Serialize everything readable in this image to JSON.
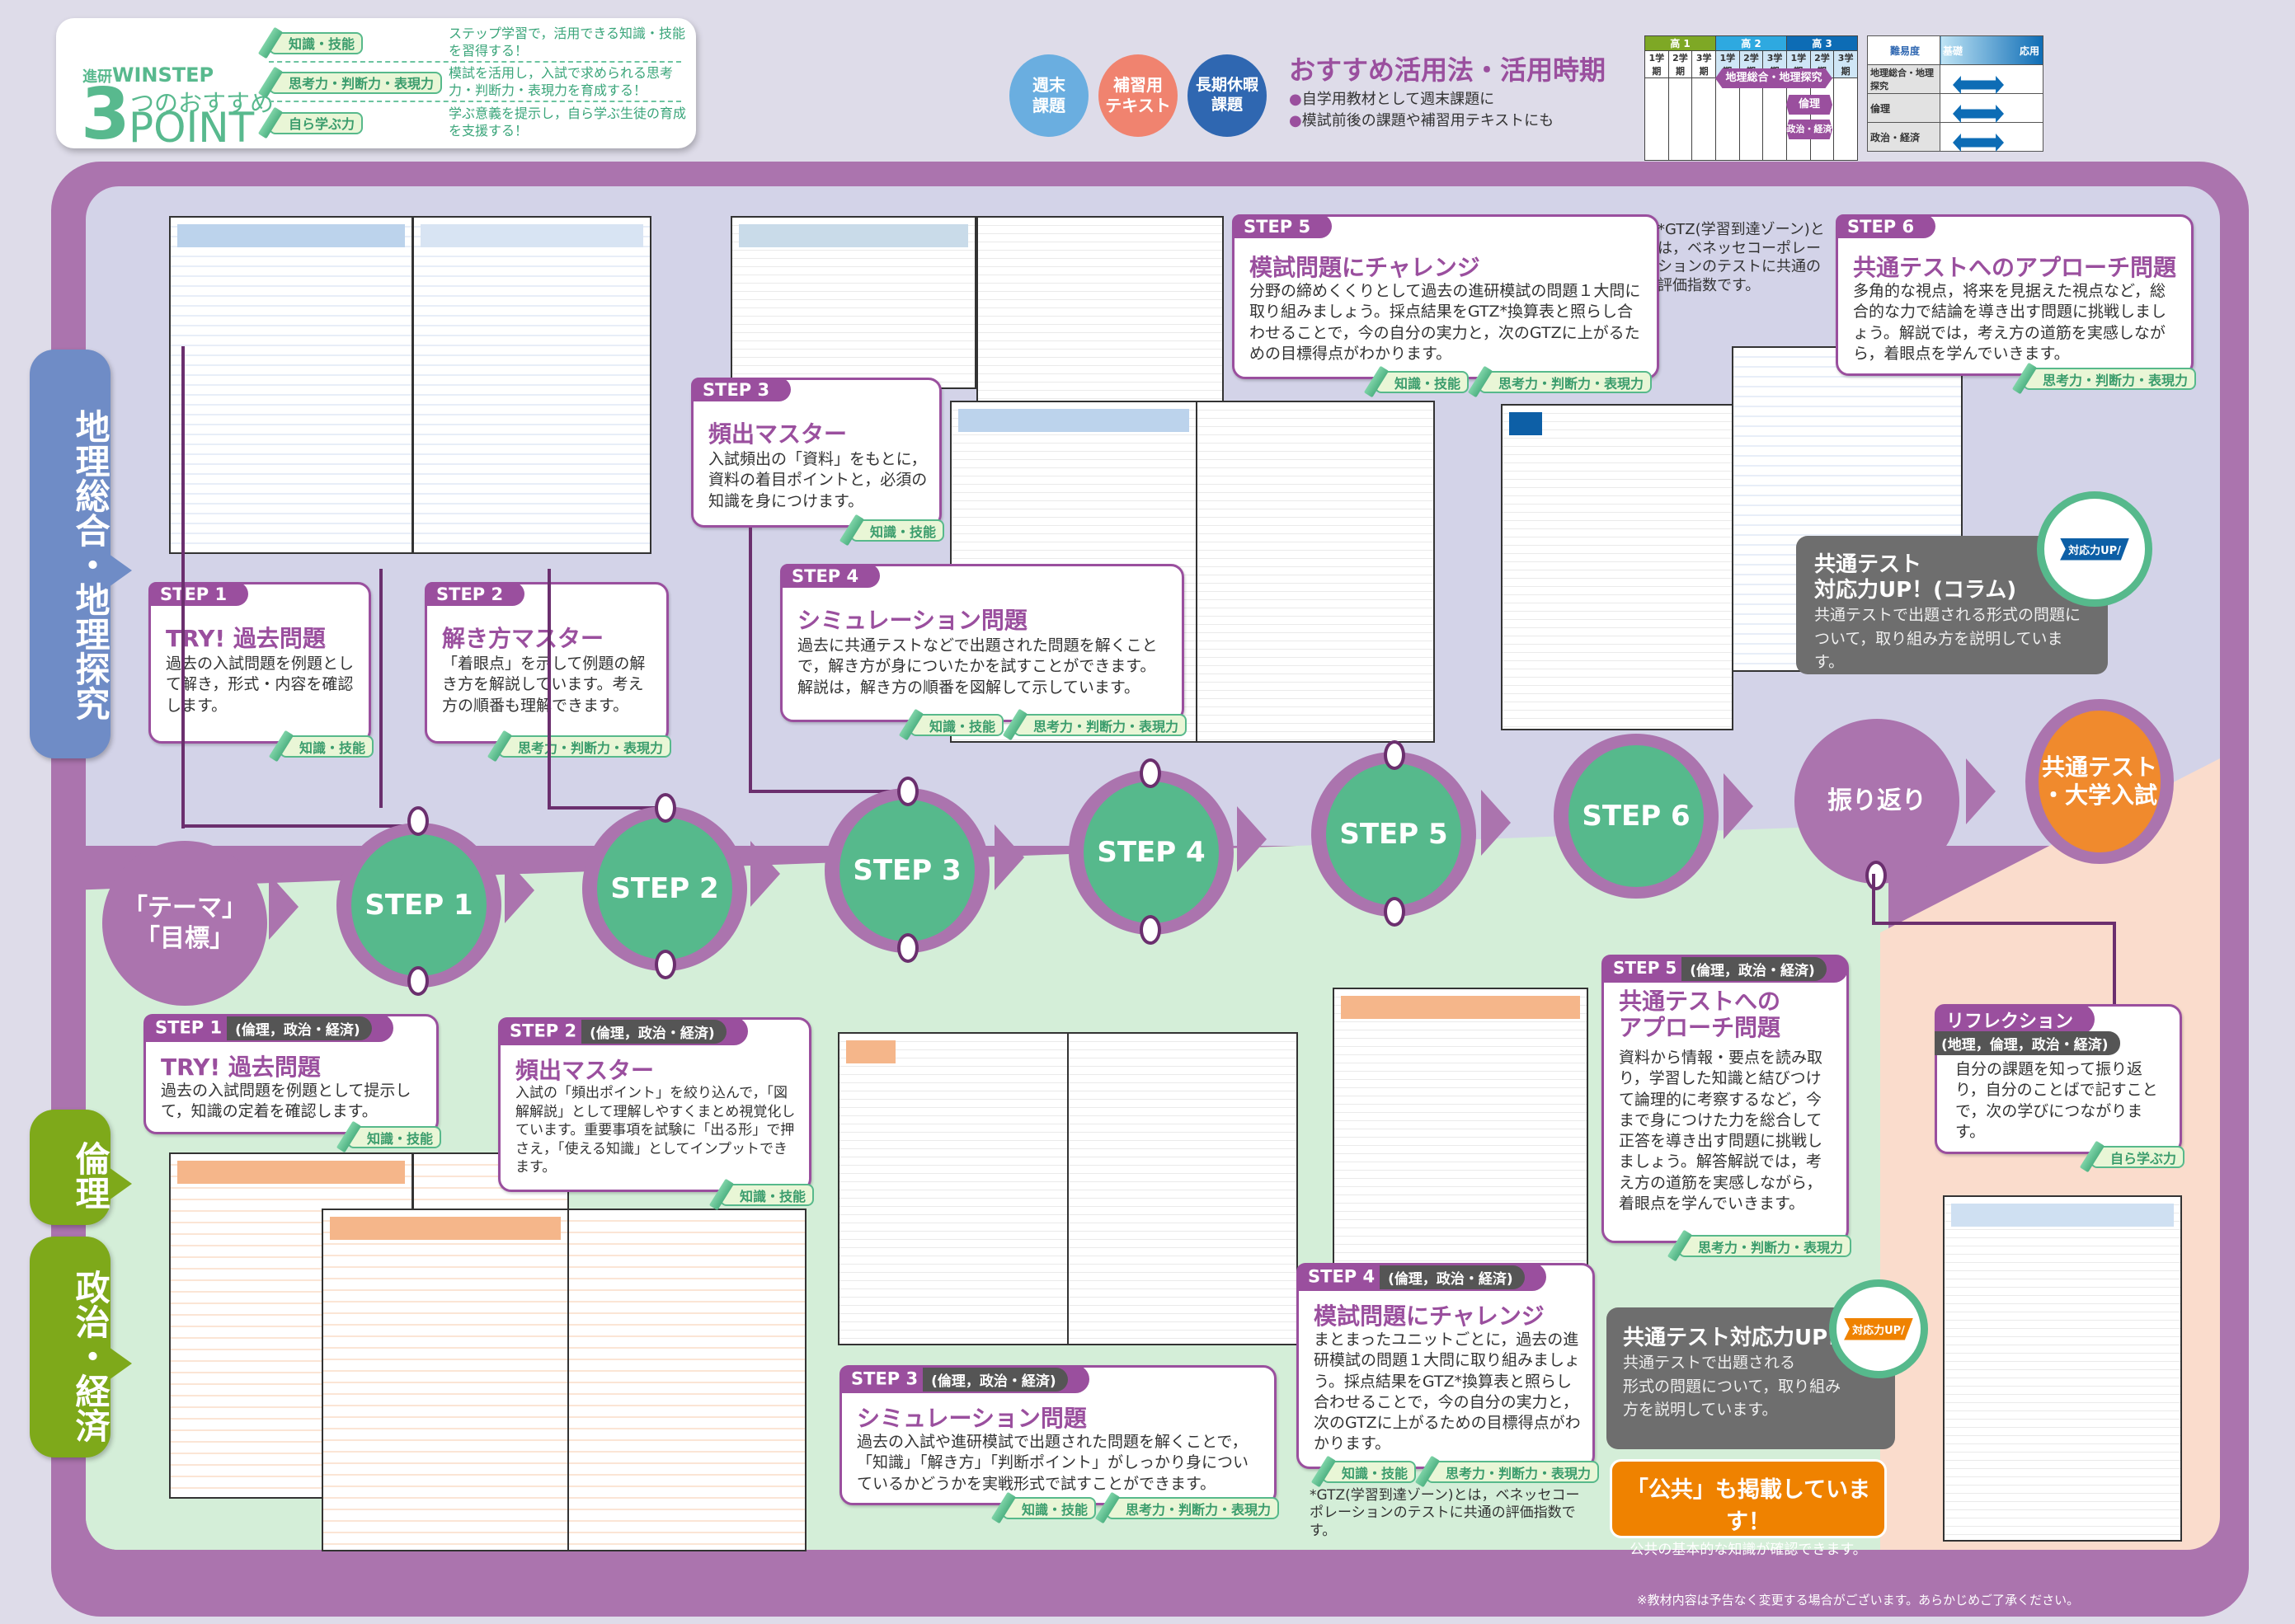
{
  "header": {
    "brand": {
      "prefix": "進研",
      "name": "WINSTEP",
      "number": "3",
      "tsu": "つのおすすめ",
      "point": "POINT"
    },
    "points": [
      {
        "tag": "知識・技能",
        "desc": "ステップ学習で，活用できる知識・技能を習得する！"
      },
      {
        "tag": "思考力・判断力・表現力",
        "desc": "模試を活用し，入試で求められる思考力・判断力・表現力を育成する！"
      },
      {
        "tag": "自ら学ぶ力",
        "desc": "学ぶ意義を提示し，自ら学ぶ生徒の育成を支援する！"
      }
    ],
    "usage_circles": [
      {
        "label": "週末\n課題",
        "color": "#6aaee0"
      },
      {
        "label": "補習用\nテキスト",
        "color": "#f0836f"
      },
      {
        "label": "長期休暇\n課題",
        "color": "#2f67b1"
      }
    ],
    "usage_title": "おすすめ活用法・活用時期",
    "usage_bullets": [
      "自学用教材として週末課題に",
      "模試前後の課題や補習用テキストにも"
    ]
  },
  "timing_table": {
    "grades": [
      "高 1",
      "高 2",
      "高 3"
    ],
    "terms": [
      "1学期",
      "2学期",
      "3学期",
      "1学期",
      "2学期",
      "3学期",
      "1学期",
      "2学期",
      "3学期"
    ],
    "bars": [
      {
        "label": "地理総合・地理探究",
        "from_term": 4,
        "to_term": 8
      },
      {
        "label": "倫理",
        "from_term": 7,
        "to_term": 8
      },
      {
        "label": "政治・経済",
        "from_term": 7,
        "to_term": 8
      }
    ]
  },
  "difficulty_table": {
    "header": "難易度",
    "scale_low": "基礎",
    "scale_high": "応用",
    "rows": [
      "地理総合・地理探究",
      "倫理",
      "政治・経済"
    ]
  },
  "side_labels": {
    "geography": "地理総合・地理探究",
    "ethics": "倫理",
    "politics": "政治・経済"
  },
  "flow": {
    "start": "「テーマ」\n「目標」",
    "steps": [
      "STEP 1",
      "STEP 2",
      "STEP 3",
      "STEP 4",
      "STEP 5",
      "STEP 6"
    ],
    "review": "振り返り",
    "goal": "共通テスト\n・大学入試"
  },
  "geo_steps": [
    {
      "tab": "STEP 1",
      "title": "TRY! 過去問題",
      "body": "過去の入試問題を例題として解き，形式・内容を確認します。",
      "tags": [
        "知識・技能"
      ]
    },
    {
      "tab": "STEP 2",
      "title": "解き方マスター",
      "body": "「着眼点」を示して例題の解き方を解説しています。考え方の順番も理解できます。",
      "tags": [
        "思考力・判断力・表現力"
      ]
    },
    {
      "tab": "STEP 3",
      "title": "頻出マスター",
      "body": "入試頻出の「資料」をもとに，資料の着目ポイントと，必須の知識を身につけます。",
      "tags": [
        "知識・技能"
      ]
    },
    {
      "tab": "STEP 4",
      "title": "シミュレーション問題",
      "body": "過去に共通テストなどで出題された問題を解くことで，解き方が身についたかを試すことができます。解説は，解き方の順番を図解して示しています。",
      "tags": [
        "知識・技能",
        "思考力・判断力・表現力"
      ]
    },
    {
      "tab": "STEP 5",
      "title": "模試問題にチャレンジ",
      "body": "分野の締めくくりとして過去の進研模試の問題１大問に取り組みましょう。採点結果をGTZ*換算表と照らし合わせることで，今の自分の実力と，次のGTZに上がるための目標得点がわかります。",
      "tags": [
        "知識・技能",
        "思考力・判断力・表現力"
      ]
    },
    {
      "tab": "STEP 6",
      "title": "共通テストへのアプローチ問題",
      "body": "多角的な視点，将来を見据えた視点など，総合的な力で結論を導き出す問題に挑戦しましょう。解説では，考え方の道筋を実感しながら，着眼点を学んでいきます。",
      "tags": [
        "思考力・判断力・表現力"
      ]
    }
  ],
  "geo_gtz_note": "*GTZ(学習到達ゾーン)とは，ベネッセコーポレーションのテストに共通の評価指数です。",
  "geo_callout": {
    "title": "共通テスト\n対応力UP！(コラム)",
    "body": "共通テストで出題される形式の問題について，取り組み方を説明しています。",
    "badge": "対応力UP/"
  },
  "ethics_steps": [
    {
      "tab": "STEP 1",
      "sub": "(倫理，政治・経済)",
      "title": "TRY! 過去問題",
      "body": "過去の入試問題を例題として提示して，知識の定着を確認します。",
      "tags": [
        "知識・技能"
      ]
    },
    {
      "tab": "STEP 2",
      "sub": "(倫理，政治・経済)",
      "title": "頻出マスター",
      "body": "入試の「頻出ポイント」を絞り込んで，「図解解説」として理解しやすくまとめ視覚化しています。重要事項を試験に「出る形」で押さえ，「使える知識」としてインプットできます。",
      "tags": [
        "知識・技能"
      ]
    },
    {
      "tab": "STEP 3",
      "sub": "(倫理，政治・経済)",
      "title": "シミュレーション問題",
      "body": "過去の入試や進研模試で出題された問題を解くことで，「知識」「解き方」「判断ポイント」がしっかり身についているかどうかを実戦形式で試すことができます。",
      "tags": [
        "知識・技能",
        "思考力・判断力・表現力"
      ]
    },
    {
      "tab": "STEP 4",
      "sub": "(倫理，政治・経済)",
      "title": "模試問題にチャレンジ",
      "body": "まとまったユニットごとに，過去の進研模試の問題１大問に取り組みましょう。採点結果をGTZ*換算表と照らし合わせることで，今の自分の実力と，次のGTZに上がるための目標得点がわかります。",
      "tags": [
        "知識・技能",
        "思考力・判断力・表現力"
      ]
    },
    {
      "tab": "STEP 5",
      "sub": "(倫理，政治・経済)",
      "title": "共通テストへの\nアプローチ問題",
      "body": "資料から情報・要点を読み取り，学習した知識と結びつけて論理的に考察するなど，今まで身につけた力を総合して正答を導き出す問題に挑戦しましょう。解答解説では，考え方の道筋を実感しながら，着眼点を学んでいきます。",
      "tags": [
        "思考力・判断力・表現力"
      ]
    }
  ],
  "ethics_gtz_note": "*GTZ(学習到達ゾーン)とは，ベネッセコーポレーションのテストに共通の評価指数です。",
  "ethics_callout": {
    "title": "共通テスト対応力UP!",
    "body": "共通テストで出題される\n形式の問題について，取り組み\n方を説明しています。",
    "badge": "対応力UP/"
  },
  "public_box": {
    "title": "「公共」も掲載しています！",
    "body": "公共の基本的な知識が確認できます。"
  },
  "reflection": {
    "tab": "リフレクション",
    "sub": "(地理，倫理，政治・経済)",
    "body": "自分の課題を知って振り返り，自分のことばで記すことで，次の学びにつながります。",
    "tags": [
      "自ら学ぶ力"
    ]
  },
  "footer": "※教材内容は予告なく変更する場合がございます。あらかじめご了承ください。",
  "colors": {
    "purple": "#9a4f9e",
    "frame": "#ab74ae",
    "green": "#56b98c",
    "orange": "#f08a2d",
    "geo_bg": "#d3d3e8",
    "ethics_bg": "#d4eed8",
    "reflect_bg": "#fadccc"
  }
}
